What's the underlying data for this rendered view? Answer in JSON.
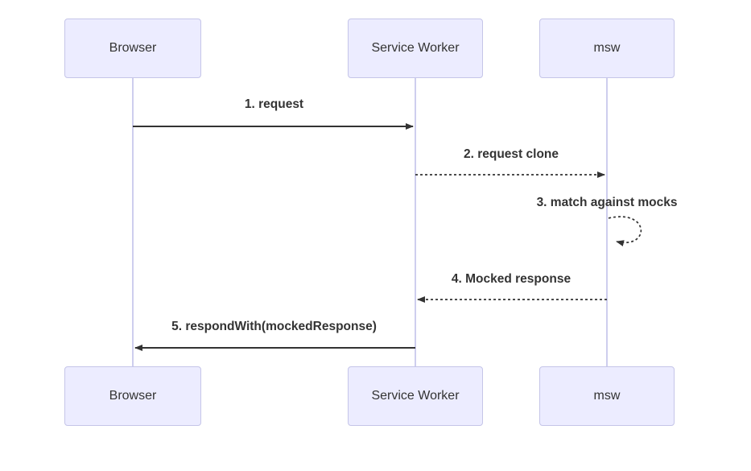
{
  "diagram": {
    "type": "sequence-diagram",
    "actors": [
      {
        "id": "browser",
        "label": "Browser"
      },
      {
        "id": "service-worker",
        "label": "Service Worker"
      },
      {
        "id": "msw",
        "label": "msw"
      }
    ],
    "messages": [
      {
        "label": "1. request",
        "from": "Browser",
        "to": "Service Worker",
        "line": "solid"
      },
      {
        "label": "2. request clone",
        "from": "Service Worker",
        "to": "msw",
        "line": "dashed"
      },
      {
        "label": "3. match against mocks",
        "from": "msw",
        "to": "msw",
        "line": "dashed-self-loop"
      },
      {
        "label": "4. Mocked response",
        "from": "msw",
        "to": "Service Worker",
        "line": "dashed"
      },
      {
        "label": "5. respondWith(mockedResponse)",
        "from": "Service Worker",
        "to": "Browser",
        "line": "solid"
      }
    ],
    "colors": {
      "background": "#ffffff",
      "actor_fill": "#ececff",
      "actor_border": "#c5c5e8",
      "lifeline": "#c2c2ea",
      "arrow": "#333333",
      "text": "#333333"
    }
  }
}
